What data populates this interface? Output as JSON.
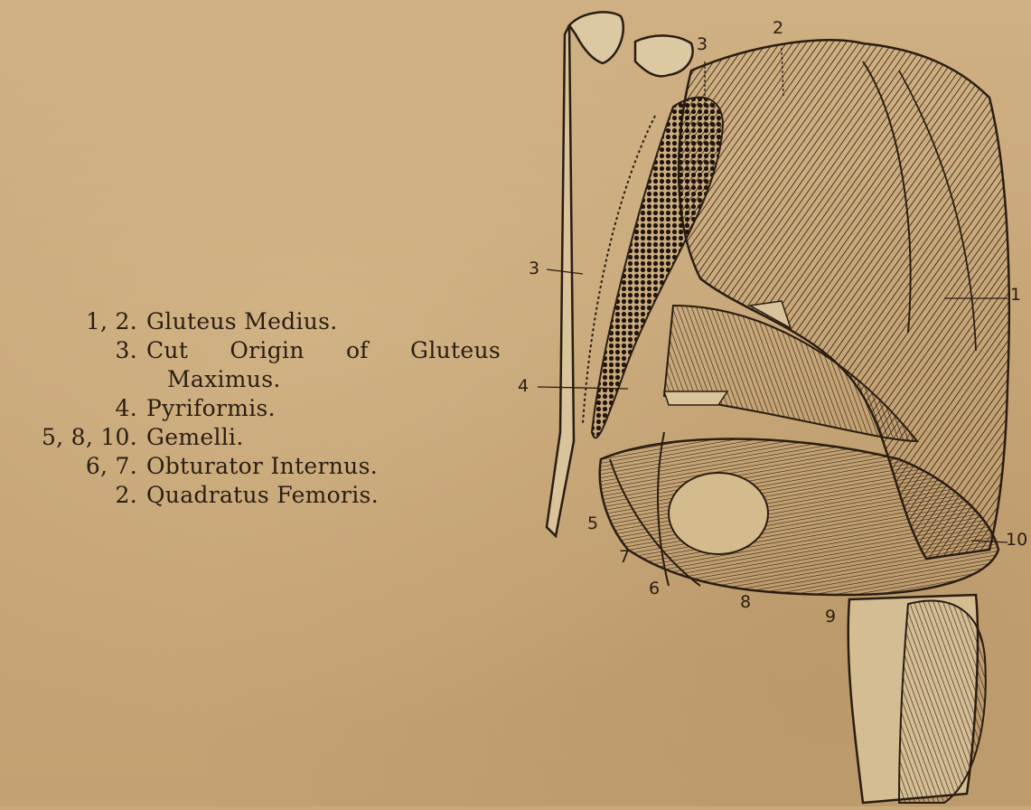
{
  "legend": [
    {
      "numbers": "1, 2.",
      "text": "Gluteus Medius."
    },
    {
      "numbers": "3.",
      "text": "Cut Origin of Gluteus"
    },
    {
      "numbers": "",
      "text": "Maximus."
    },
    {
      "numbers": "4.",
      "text": "Pyriformis."
    },
    {
      "numbers": "5, 8, 10.",
      "text": "Gemelli."
    },
    {
      "numbers": "6, 7.",
      "text": "Obturator Internus."
    },
    {
      "numbers": "2.",
      "text": "Quadratus Femoris."
    }
  ],
  "figure": {
    "labels": [
      "1",
      "2",
      "3",
      "3",
      "4",
      "5",
      "6",
      "7",
      "8",
      "9",
      "10"
    ]
  },
  "colors": {
    "paper": "#c9a97a",
    "ink": "#2a1d12"
  }
}
